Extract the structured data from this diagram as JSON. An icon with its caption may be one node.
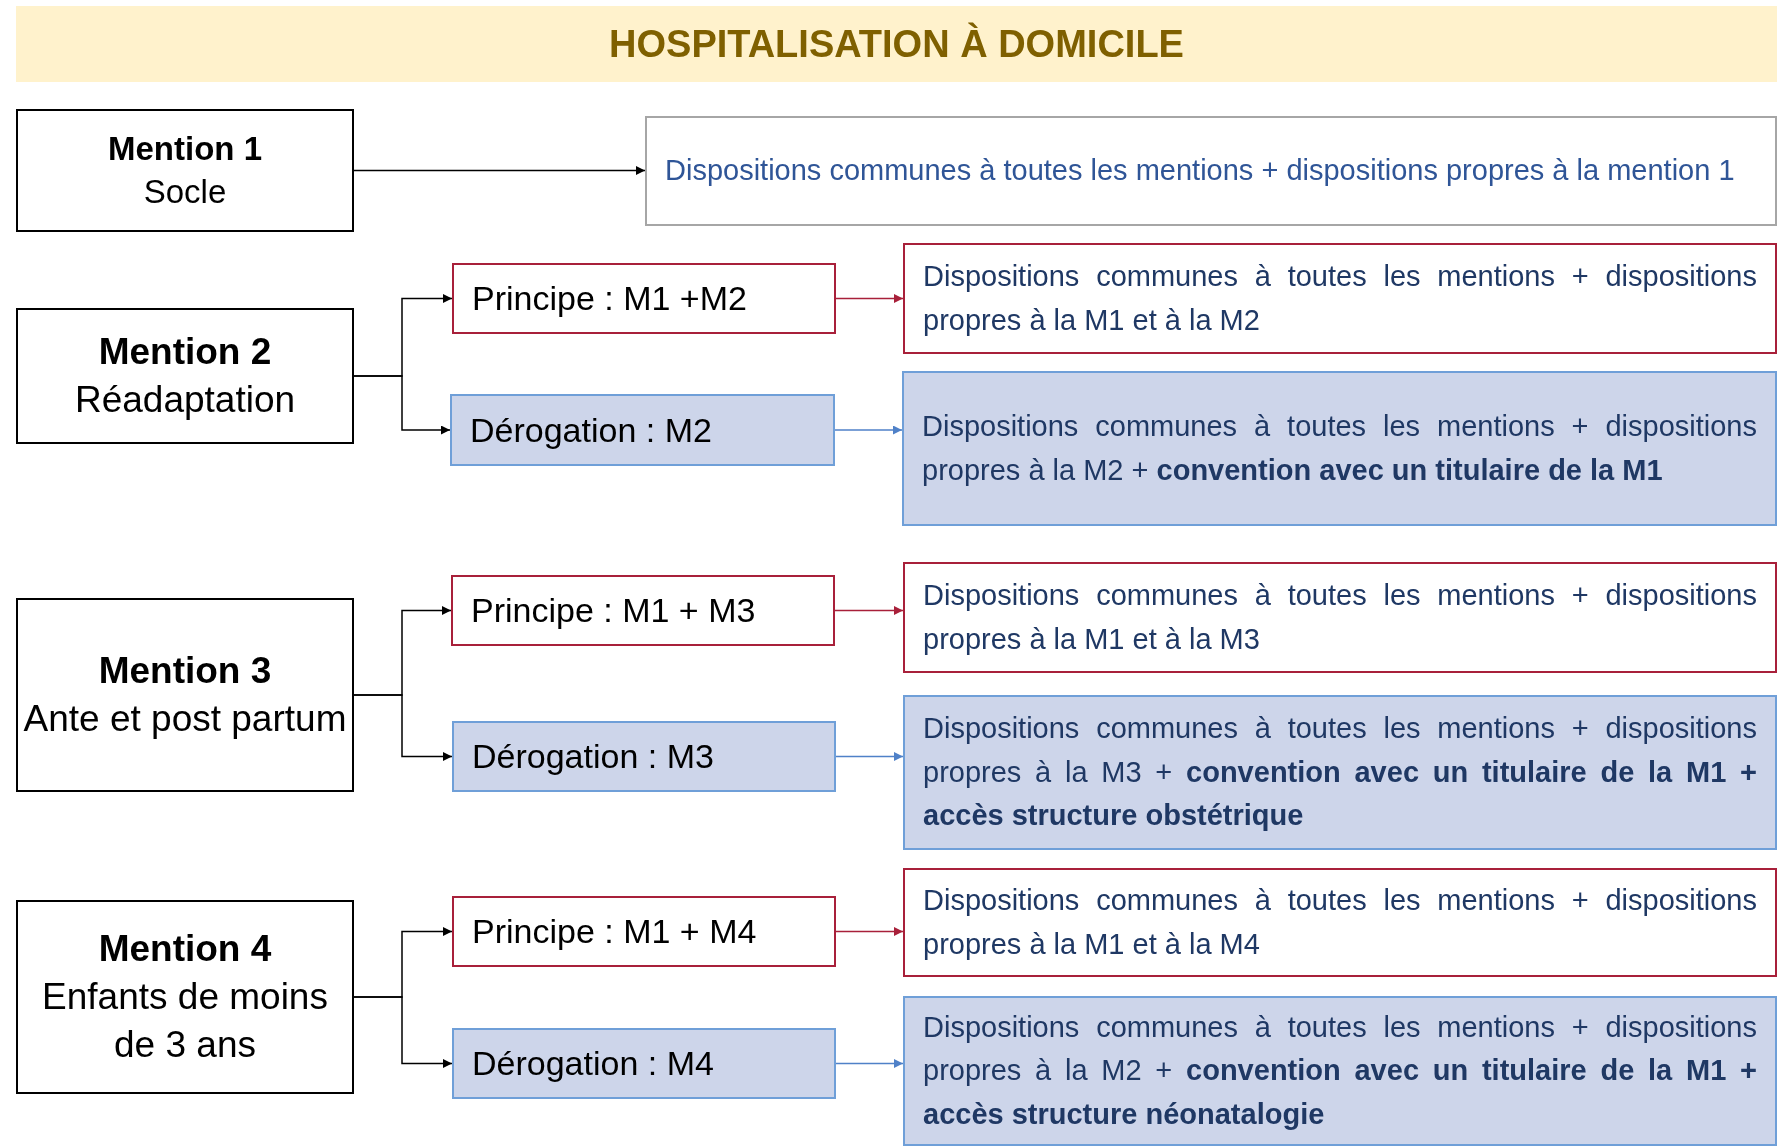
{
  "diagram": {
    "title": "HOSPITALISATION À DOMICILE",
    "nodes": [
      {
        "text": [
          "Mention 1",
          "Socle"
        ]
      },
      {
        "text": [
          "Dispositions communes à toutes les mentions + dispositions propres à la mention 1"
        ]
      },
      {
        "text": [
          "Mention 2",
          "Réadaptation"
        ]
      },
      {
        "text": [
          "Principe : M1 +M2"
        ]
      },
      {
        "text": [
          "Dérogation : M2"
        ]
      },
      {
        "text": [
          "Dispositions communes à toutes les mentions + dispositions propres à la M1 et à la M2"
        ]
      },
      {
        "text": [
          "Dispositions communes à toutes les mentions + dispositions propres à la M2 + **convention avec un titulaire de la M1**"
        ]
      },
      {
        "text": [
          "Mention 3",
          "Ante et post partum"
        ]
      },
      {
        "text": [
          "Principe : M1 + M3"
        ]
      },
      {
        "text": [
          "Dérogation : M3"
        ]
      },
      {
        "text": [
          "Dispositions communes à toutes les mentions + dispositions propres à la M1 et à la M3"
        ]
      },
      {
        "text": [
          "Dispositions communes à toutes les mentions + dispositions propres à la M3 + **convention avec un titulaire de la M1 + accès structure obstétrique**"
        ]
      },
      {
        "text": [
          "Mention 4",
          "Enfants de moins de 3 ans"
        ]
      },
      {
        "text": [
          "Principe : M1 + M4"
        ]
      },
      {
        "text": [
          "Dérogation : M4"
        ]
      },
      {
        "text": [
          "Dispositions communes à toutes les mentions + dispositions propres à la M1 et à la M4"
        ]
      },
      {
        "text": [
          "Dispositions communes à toutes les mentions + dispositions propres à la M2 + **convention avec un titulaire de la M1 + accès structure néonatalogie**"
        ]
      }
    ],
    "edges": [
      {
        "from": 0,
        "to": 1,
        "arrow": "to"
      },
      {
        "from": 2,
        "to": 3,
        "arrow": "to"
      },
      {
        "from": 2,
        "to": 4,
        "arrow": "to"
      },
      {
        "from": 3,
        "to": 5,
        "arrow": "to",
        "color": "#a8203a"
      },
      {
        "from": 4,
        "to": 6,
        "arrow": "to",
        "color": "#4f81c8"
      },
      {
        "from": 7,
        "to": 8,
        "arrow": "to"
      },
      {
        "from": 7,
        "to": 9,
        "arrow": "to"
      },
      {
        "from": 8,
        "to": 10,
        "arrow": "to",
        "color": "#a8203a"
      },
      {
        "from": 9,
        "to": 11,
        "arrow": "to",
        "color": "#4f81c8"
      },
      {
        "from": 12,
        "to": 13,
        "arrow": "to"
      },
      {
        "from": 12,
        "to": 14,
        "arrow": "to"
      },
      {
        "from": 13,
        "to": 15,
        "arrow": "to",
        "color": "#a8203a"
      },
      {
        "from": 14,
        "to": 16,
        "arrow": "to",
        "color": "#4f81c8"
      }
    ]
  }
}
